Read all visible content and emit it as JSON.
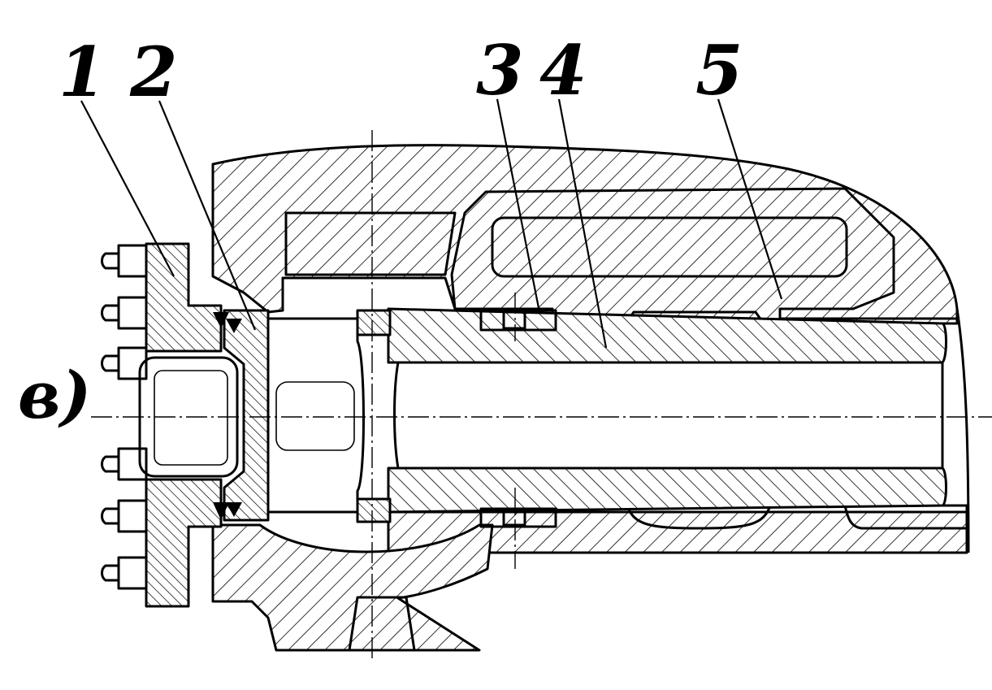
{
  "subfigure_label": "в)",
  "callouts": [
    {
      "id": "1",
      "text": "1"
    },
    {
      "id": "2",
      "text": "2"
    },
    {
      "id": "3",
      "text": "3"
    },
    {
      "id": "4",
      "text": "4"
    },
    {
      "id": "5",
      "text": "5"
    }
  ],
  "colors": {
    "ink": "#000000",
    "paper": "#ffffff"
  }
}
